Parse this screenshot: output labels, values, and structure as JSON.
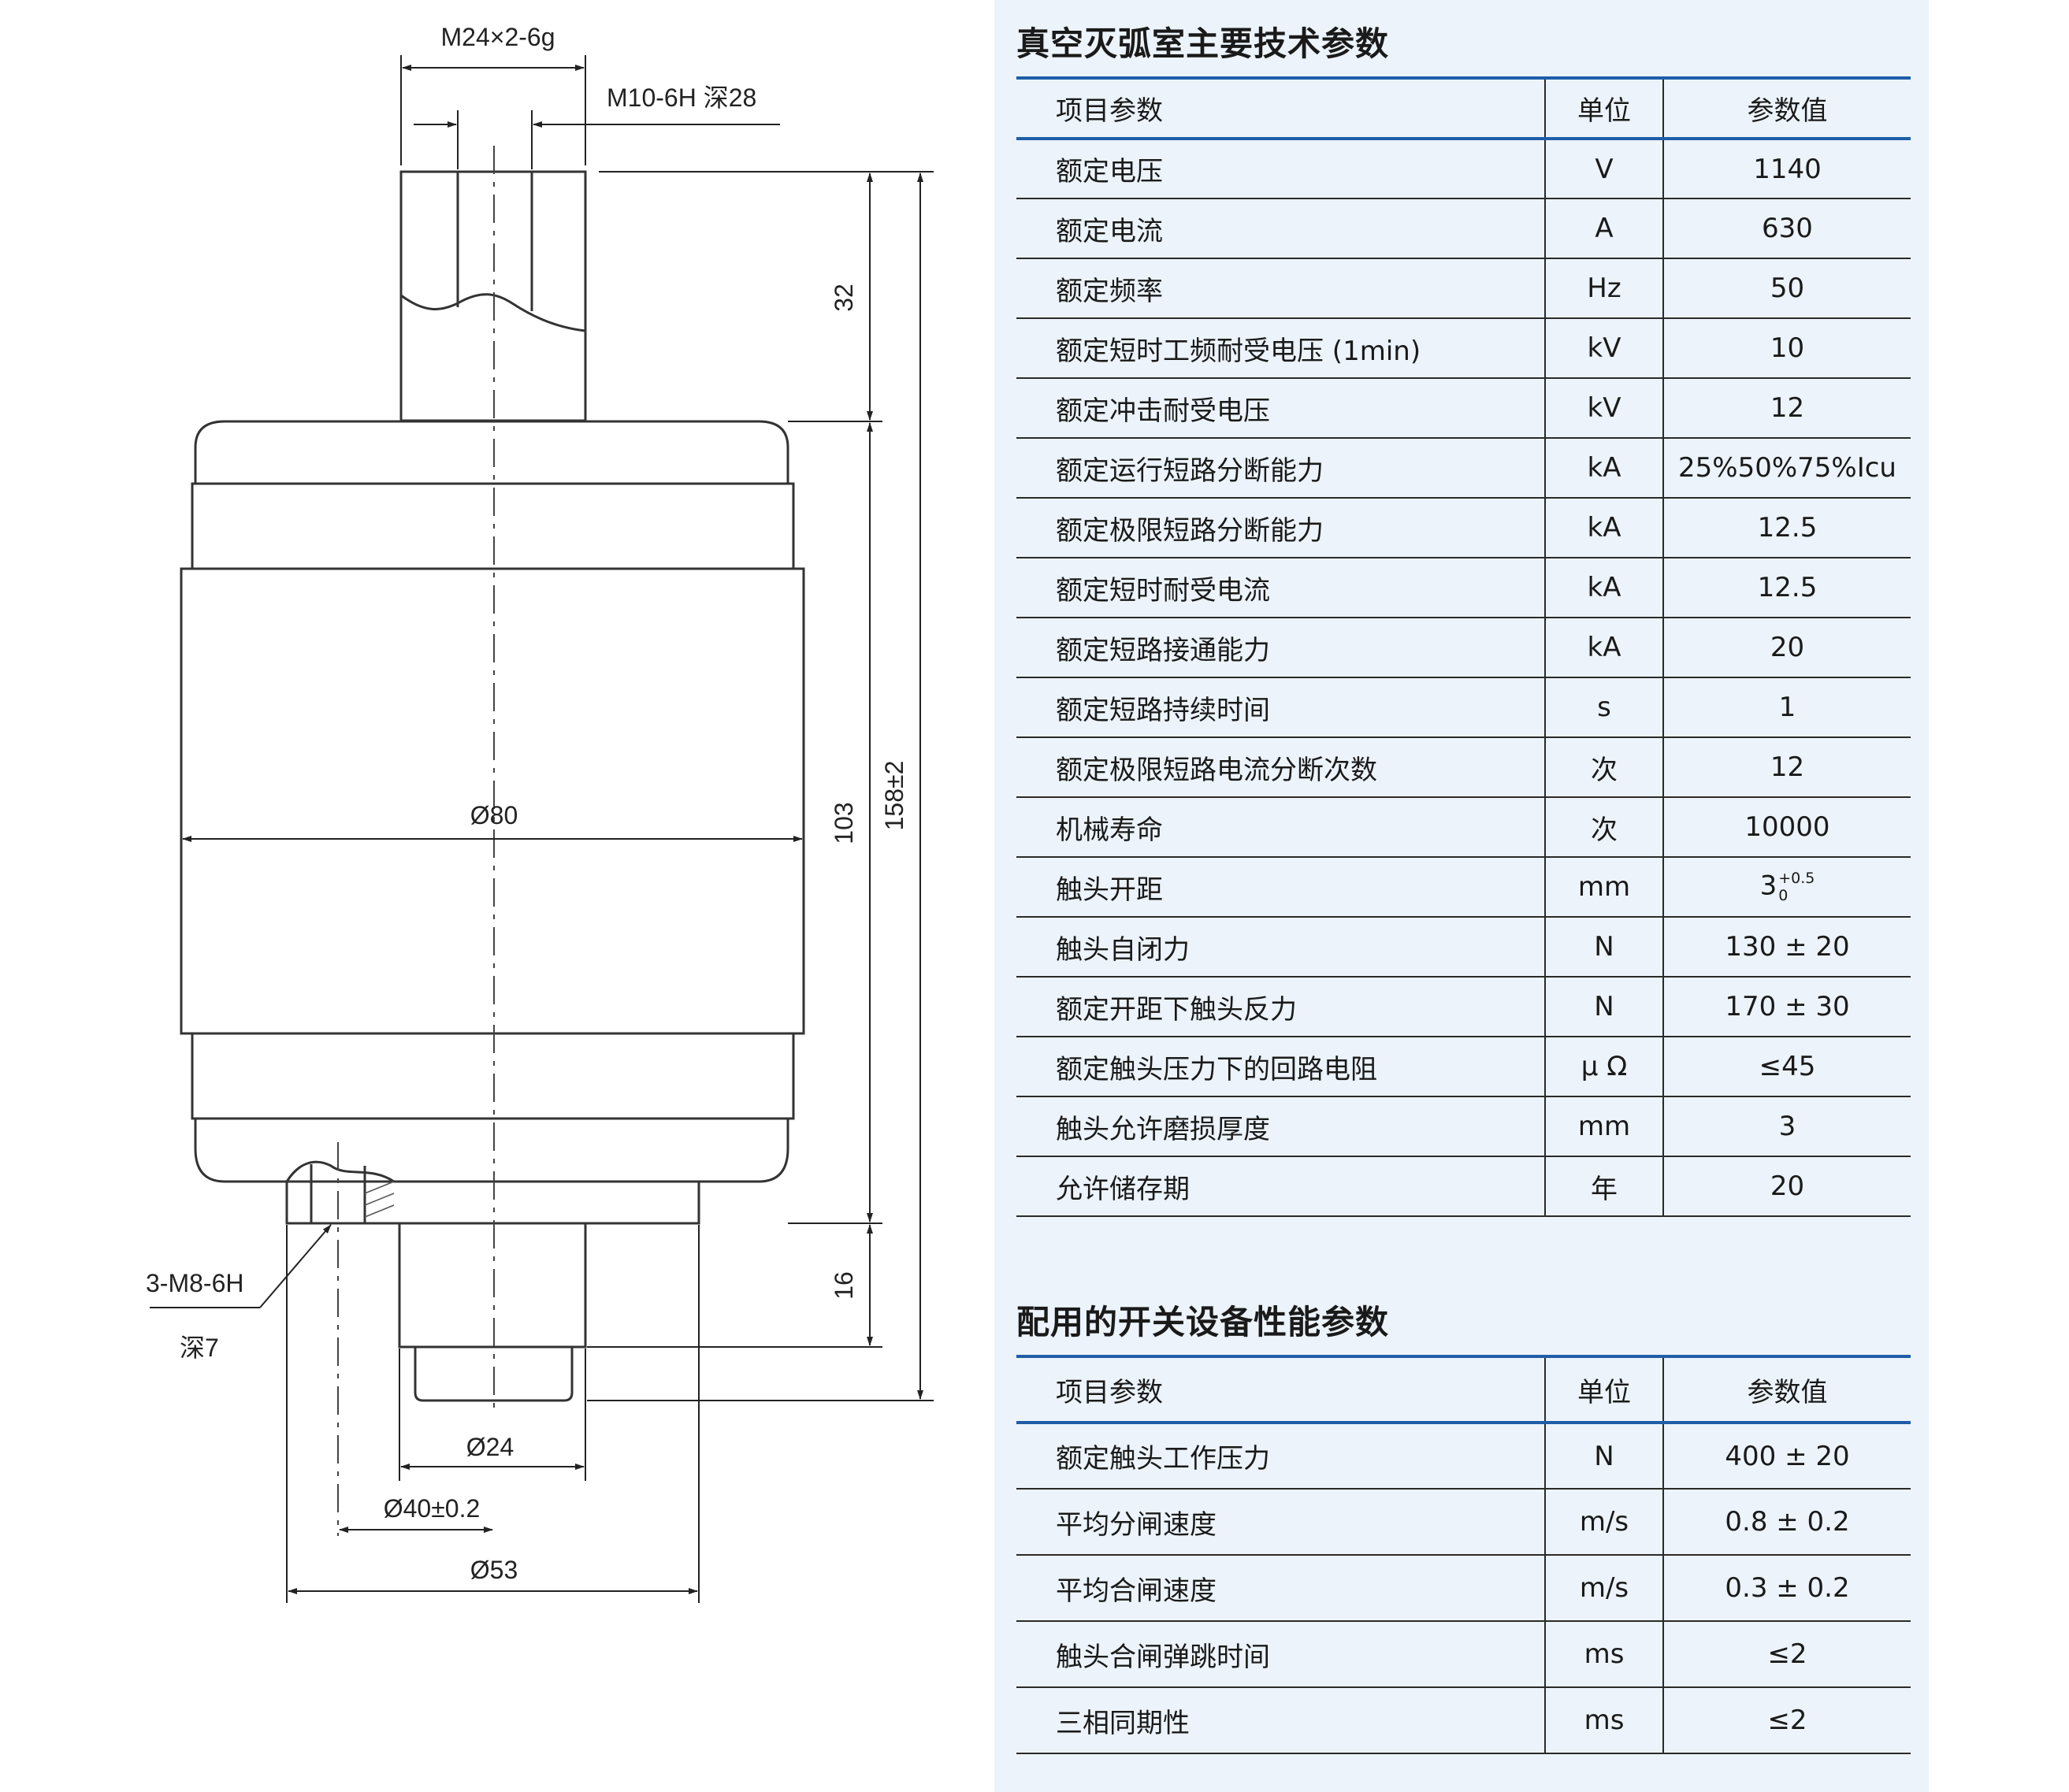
{
  "drawing": {
    "dims": {
      "top_thread": "M24×2-6g",
      "top_hole": "M10-6H 深28",
      "terminal_height": "32",
      "body_height": "103",
      "total_height": "158±2",
      "bottom_height": "16",
      "body_diameter": "Ø80",
      "bottom_hole_label": "3-M8-6H",
      "bottom_hole_depth": "深7",
      "stem_diameter": "Ø24",
      "hole_circle_diameter": "Ø40±0.2",
      "flange_diameter": "Ø53"
    }
  },
  "table1": {
    "title": "真空灭弧室主要技术参数",
    "header": [
      "项目参数",
      "单位",
      "参数值"
    ],
    "rows": [
      {
        "param": "额定电压",
        "unit": "V",
        "value": "1140"
      },
      {
        "param": "额定电流",
        "unit": "A",
        "value": "630"
      },
      {
        "param": "额定频率",
        "unit": "Hz",
        "value": "50"
      },
      {
        "param": "额定短时工频耐受电压 (1min)",
        "unit": "kV",
        "value": "10"
      },
      {
        "param": "额定冲击耐受电压",
        "unit": "kV",
        "value": "12"
      },
      {
        "param": "额定运行短路分断能力",
        "unit": "kA",
        "value": "25%50%75%Icu"
      },
      {
        "param": "额定极限短路分断能力",
        "unit": "kA",
        "value": "12.5"
      },
      {
        "param": "额定短时耐受电流",
        "unit": "kA",
        "value": "12.5"
      },
      {
        "param": "额定短路接通能力",
        "unit": "kA",
        "value": "20"
      },
      {
        "param": "额定短路持续时间",
        "unit": "s",
        "value": "1"
      },
      {
        "param": "额定极限短路电流分断次数",
        "unit": "次",
        "value": "12"
      },
      {
        "param": "机械寿命",
        "unit": "次",
        "value": "10000"
      },
      {
        "param": "触头开距",
        "unit": "mm",
        "value": "3",
        "sup": "+0.5",
        "sub": "0"
      },
      {
        "param": "触头自闭力",
        "unit": "N",
        "value": "130 ± 20"
      },
      {
        "param": "额定开距下触头反力",
        "unit": "N",
        "value": "170 ± 30"
      },
      {
        "param": "额定触头压力下的回路电阻",
        "unit": "μ Ω",
        "value": "≤45"
      },
      {
        "param": "触头允许磨损厚度",
        "unit": "mm",
        "value": "3"
      },
      {
        "param": "允许储存期",
        "unit": "年",
        "value": "20"
      }
    ]
  },
  "table2": {
    "title": "配用的开关设备性能参数",
    "header": [
      "项目参数",
      "单位",
      "参数值"
    ],
    "rows": [
      {
        "param": "额定触头工作压力",
        "unit": "N",
        "value": "400 ± 20"
      },
      {
        "param": "平均分闸速度",
        "unit": "m/s",
        "value": "0.8 ± 0.2"
      },
      {
        "param": "平均合闸速度",
        "unit": "m/s",
        "value": "0.3 ± 0.2"
      },
      {
        "param": "触头合闸弹跳时间",
        "unit": "ms",
        "value": "≤2"
      },
      {
        "param": "三相同期性",
        "unit": "ms",
        "value": "≤2"
      }
    ]
  }
}
